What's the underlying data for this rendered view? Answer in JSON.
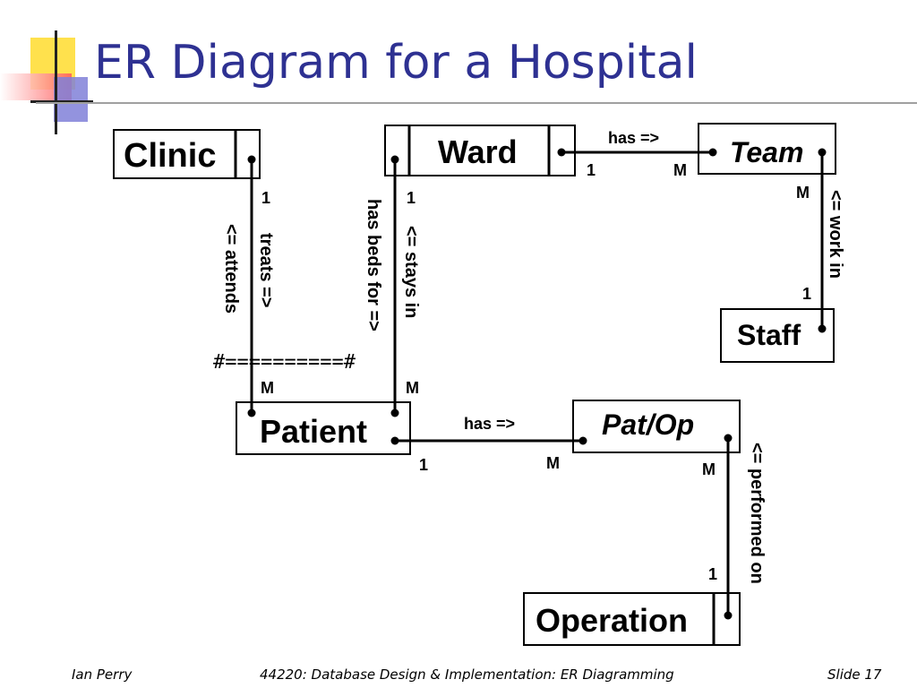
{
  "slide": {
    "title": "ER Diagram for a Hospital"
  },
  "entities": {
    "clinic": "Clinic",
    "ward": "Ward",
    "team": "Team",
    "staff": "Staff",
    "patient": "Patient",
    "pat_op": "Pat/Op",
    "operation": "Operation"
  },
  "relationships": {
    "ward_team": {
      "label": "has =>",
      "card_a": "1",
      "card_b": "M"
    },
    "team_staff": {
      "label": "<= work in",
      "card_a": "M",
      "card_b": "1"
    },
    "clinic_patient": {
      "label_1": "treats =>",
      "label_2": "<= attends",
      "card_a": "1",
      "card_b": "M"
    },
    "ward_patient": {
      "label_1": "<= stays in",
      "label_2": "has beds for =>",
      "card_a": "1",
      "card_b": "M"
    },
    "patient_patop": {
      "label": "has =>",
      "card_a": "1",
      "card_b": "M"
    },
    "patop_operation": {
      "label": "<= performed on",
      "card_a": "M",
      "card_b": "1"
    },
    "separator": "#==========#"
  },
  "footer": {
    "author": "Ian Perry",
    "course": "44220: Database Design & Implementation: ER Diagramming",
    "slide_number": "Slide 17"
  },
  "colors": {
    "title": "#2e3192",
    "deco_yellow": "#ffd700",
    "deco_red": "#ff4b4b",
    "deco_blue": "#6666cc"
  }
}
